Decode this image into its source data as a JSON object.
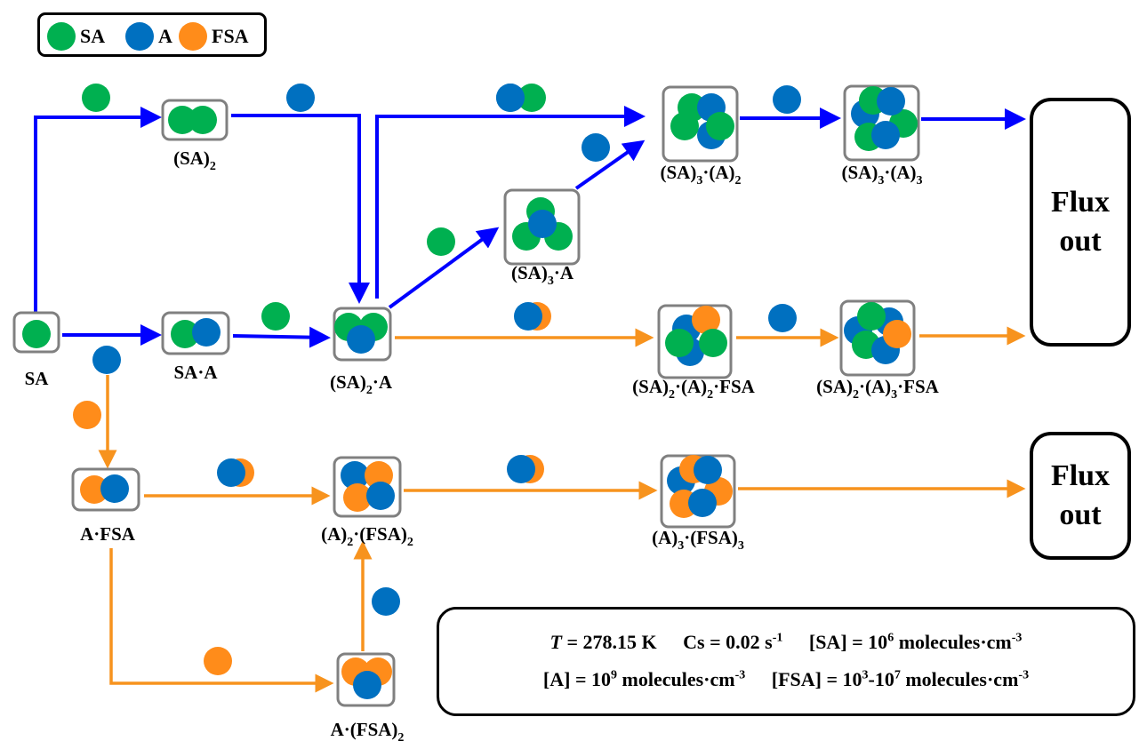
{
  "legend": {
    "items": [
      {
        "key": "SA",
        "label": "SA",
        "color": "#00b050"
      },
      {
        "key": "A",
        "label": "A",
        "color": "#0070c0"
      },
      {
        "key": "FSA",
        "label": "FSA",
        "color": "#ff8c1a"
      }
    ]
  },
  "colors": {
    "SA": "#00b050",
    "A": "#0070c0",
    "FSA": "#ff8c1a",
    "pathway_blue": "#0000ff",
    "pathway_orange": "#f7931e",
    "node_border": "#808080"
  },
  "nodes": [
    {
      "id": "SA",
      "label": "SA",
      "sub": [],
      "composition": [
        "SA"
      ]
    },
    {
      "id": "SA2",
      "label": "(SA)",
      "sub": [
        "2"
      ],
      "composition": [
        "SA",
        "SA"
      ]
    },
    {
      "id": "SA_A",
      "label": "SA·A",
      "sub": [],
      "composition": [
        "SA",
        "A"
      ]
    },
    {
      "id": "SA2_A",
      "label": "(SA)₂·A",
      "composition": [
        "SA",
        "SA",
        "A"
      ]
    },
    {
      "id": "SA3_A",
      "label": "(SA)₃·A",
      "composition": [
        "SA",
        "SA",
        "SA",
        "A"
      ]
    },
    {
      "id": "SA3_A2",
      "label": "(SA)₃·(A)₂",
      "composition": [
        "SA",
        "A",
        "SA",
        "SA",
        "A"
      ]
    },
    {
      "id": "SA3_A3",
      "label": "(SA)₃·(A)₃",
      "composition": [
        "A",
        "SA",
        "A",
        "SA",
        "SA",
        "A"
      ]
    },
    {
      "id": "SA2_A2_FSA",
      "label": "(SA)₂·(A)₂·FSA",
      "composition": [
        "A",
        "FSA",
        "SA",
        "SA",
        "A"
      ]
    },
    {
      "id": "SA2_A3_FSA",
      "label": "(SA)₂·(A)₃·FSA",
      "composition": [
        "A",
        "SA",
        "A",
        "SA",
        "FSA",
        "A"
      ]
    },
    {
      "id": "A_FSA",
      "label": "A·FSA",
      "composition": [
        "FSA",
        "A"
      ]
    },
    {
      "id": "A2_FSA2",
      "label": "(A)₂·(FSA)₂",
      "composition": [
        "A",
        "FSA",
        "FSA",
        "A"
      ]
    },
    {
      "id": "A3_FSA3",
      "label": "(A)₃·(FSA)₃",
      "composition": [
        "A",
        "FSA",
        "A",
        "FSA",
        "FSA",
        "A"
      ]
    },
    {
      "id": "A_FSA2",
      "label": "A·(FSA)₂",
      "composition": [
        "FSA",
        "FSA",
        "A"
      ]
    }
  ],
  "edges": [
    {
      "from": "SA",
      "to": "SA2",
      "pathway": "blue",
      "adds": [
        "SA"
      ]
    },
    {
      "from": "SA2",
      "to": "SA2_A",
      "pathway": "blue",
      "adds": [
        "A"
      ]
    },
    {
      "from": "SA",
      "to": "SA_A",
      "pathway": "blue",
      "adds": []
    },
    {
      "from": "SA_A",
      "to": "SA2_A",
      "pathway": "blue",
      "adds": [
        "SA"
      ]
    },
    {
      "from": "SA2_A",
      "to": "SA3_A",
      "pathway": "blue",
      "adds": [
        "SA"
      ]
    },
    {
      "from": "SA2_A",
      "to": "SA3_A2",
      "pathway": "blue",
      "adds": [
        "A",
        "SA"
      ]
    },
    {
      "from": "SA3_A",
      "to": "SA3_A2",
      "pathway": "blue",
      "adds": [
        "A"
      ]
    },
    {
      "from": "SA3_A2",
      "to": "SA3_A3",
      "pathway": "blue",
      "adds": [
        "A"
      ]
    },
    {
      "from": "SA3_A3",
      "to": "flux_out_1",
      "pathway": "blue",
      "adds": []
    },
    {
      "from": "SA2_A",
      "to": "SA2_A2_FSA",
      "pathway": "orange",
      "adds": [
        "A",
        "FSA"
      ]
    },
    {
      "from": "SA2_A2_FSA",
      "to": "SA2_A3_FSA",
      "pathway": "orange",
      "adds": [
        "A"
      ]
    },
    {
      "from": "SA2_A3_FSA",
      "to": "flux_out_1",
      "pathway": "orange",
      "adds": []
    },
    {
      "from": "A",
      "to": "A_FSA",
      "pathway": "orange",
      "adds": [
        "A",
        "FSA"
      ]
    },
    {
      "from": "A_FSA",
      "to": "A2_FSA2",
      "pathway": "orange",
      "adds": [
        "A",
        "FSA"
      ]
    },
    {
      "from": "A2_FSA2",
      "to": "A3_FSA3",
      "pathway": "orange",
      "adds": [
        "A",
        "FSA"
      ]
    },
    {
      "from": "A3_FSA3",
      "to": "flux_out_2",
      "pathway": "orange",
      "adds": []
    },
    {
      "from": "A_FSA",
      "to": "A_FSA2",
      "pathway": "orange",
      "adds": [
        "FSA"
      ]
    },
    {
      "from": "A_FSA2",
      "to": "A2_FSA2",
      "pathway": "orange",
      "adds": [
        "A"
      ]
    }
  ],
  "flux_out": [
    {
      "id": "flux_out_1",
      "label": "Flux\nout"
    },
    {
      "id": "flux_out_2",
      "label": "Flux\nout"
    }
  ],
  "conditions": {
    "T_symbol": "T",
    "T_value": " = 278.15 K",
    "Cs_prefix": "Cs = 0.02 s",
    "Cs_exp": "-1",
    "SA_prefix": "[SA] = 10",
    "SA_exp": "6",
    "SA_unit": " molecules·cm",
    "SA_unit_exp": "-3",
    "A_prefix": "[A] = 10",
    "A_exp": "9",
    "A_unit": " molecules·cm",
    "A_unit_exp": "-3",
    "FSA_prefix": "[FSA] = 10",
    "FSA_exp1": "3",
    "FSA_mid": "-10",
    "FSA_exp2": "7",
    "FSA_unit": " molecules·cm",
    "FSA_unit_exp": "-3"
  }
}
